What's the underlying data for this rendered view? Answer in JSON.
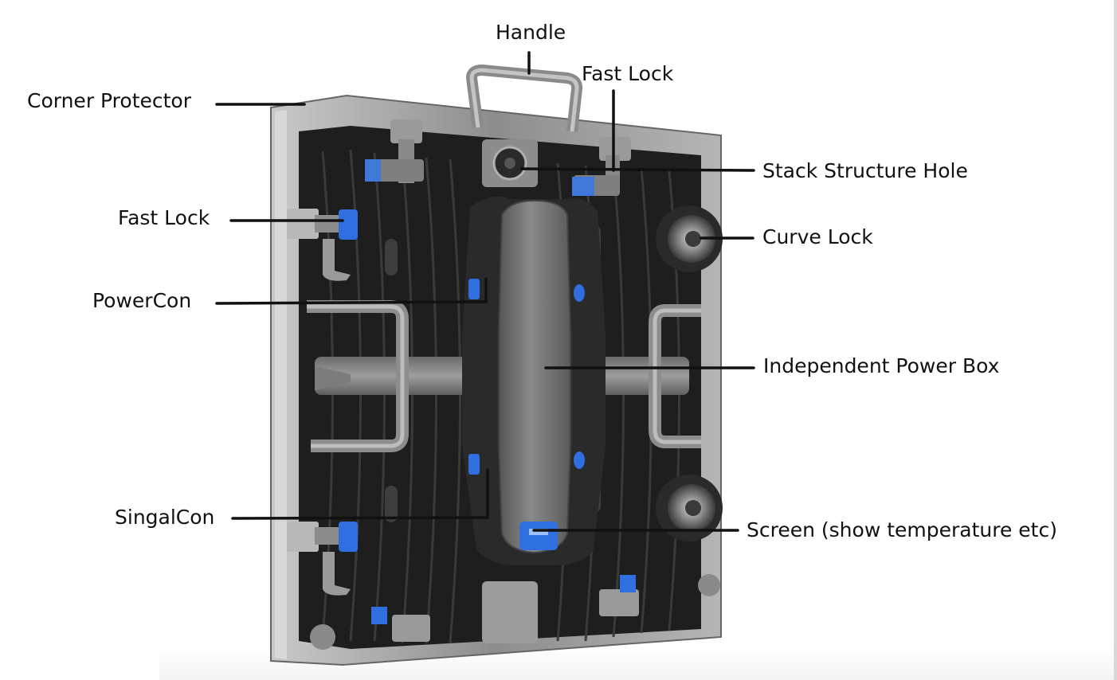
{
  "labels": {
    "handle": "Handle",
    "fast_lock_top": "Fast Lock",
    "corner_protector": "Corner Protector",
    "stack_structure_hole": "Stack Structure Hole",
    "fast_lock_left": "Fast Lock",
    "curve_lock": "Curve Lock",
    "powercon": "PowerCon",
    "independent_power_box": "Independent Power Box",
    "singalcon": "SingalCon",
    "screen": "Screen (show temperature etc)"
  },
  "colors": {
    "frame": "#9b9b9b",
    "panel": "#1e1e1e",
    "accent_blue": "#2f6fe0",
    "leader": "#111111"
  }
}
